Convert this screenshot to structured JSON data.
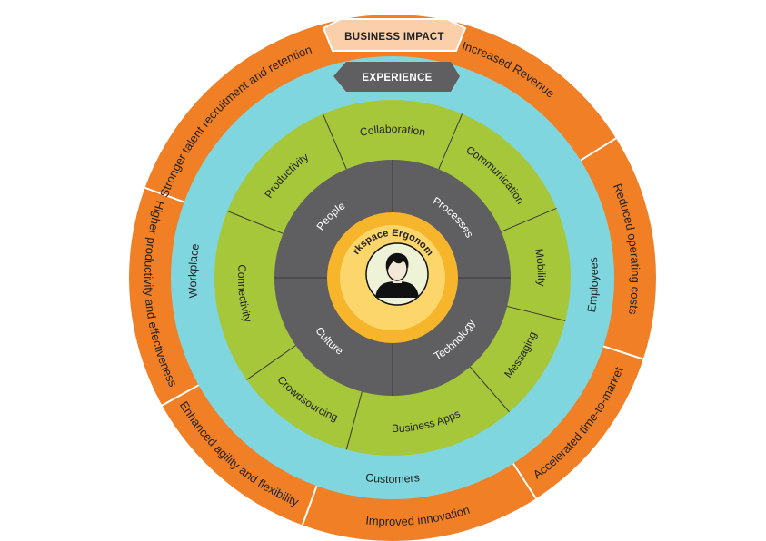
{
  "business_impact": {
    "title": "BUSINESS IMPACT",
    "items": [
      "Stronger talent recruitment and retention",
      "Increased Revenue",
      "Reduced operating costs",
      "Accelerated time-to-market",
      "Improved innovation",
      "Enhanced agility and flexibility",
      "Higher productivity and effectiveness"
    ]
  },
  "experience": {
    "title": "EXPERIENCE",
    "items": [
      "Workplace",
      "Employees",
      "Customers"
    ]
  },
  "capabilities": [
    "Collaboration",
    "Communication",
    "Mobility",
    "Messaging",
    "Business Apps",
    "Crowdsourcing",
    "Connectivity",
    "Productivity"
  ],
  "pillars": [
    "People",
    "Processes",
    "Technology",
    "Culture"
  ],
  "center": {
    "title": "Workspace Ergonomics",
    "icon": "person-icon"
  },
  "colors": {
    "outer": "#f07f26",
    "outer_tab": "#fbcfa9",
    "blue": "#7fd6df",
    "green": "#a6c73a",
    "grey": "#5f5f61",
    "center_ring": "#f7b52c",
    "center": "#fcd66a",
    "portrait_bg": "#eef2d6"
  }
}
